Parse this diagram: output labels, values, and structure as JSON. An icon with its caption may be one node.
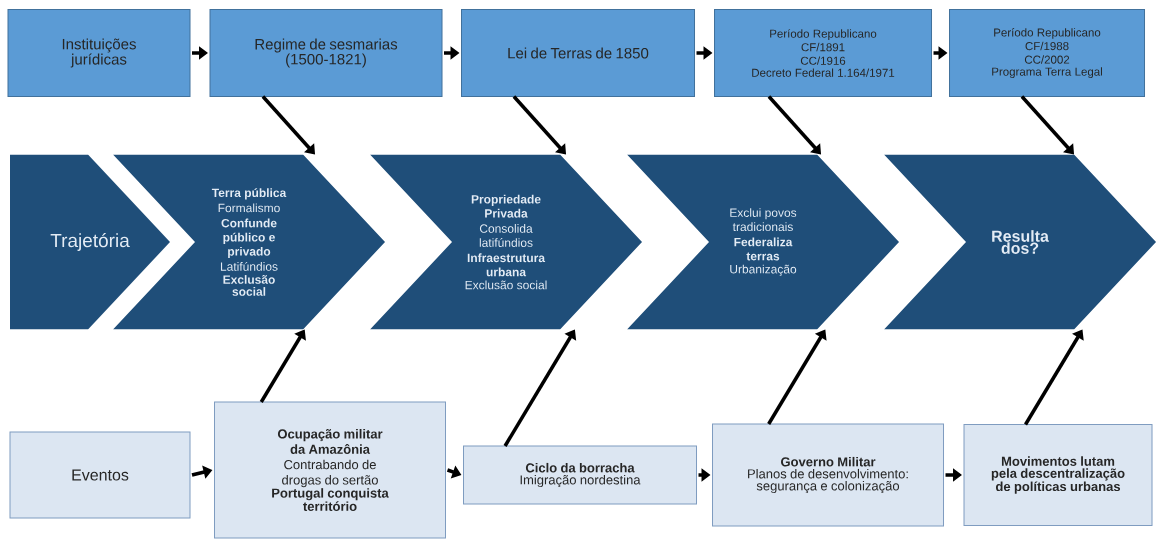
{
  "diagram": {
    "nodes": [
      {
        "text": [
          "Instituições jurídicas"
        ]
      },
      {
        "text": [
          "Regime de sesmarias (1500-1821)"
        ]
      },
      {
        "text": [
          "Lei de Terras de 1850"
        ]
      },
      {
        "text": [
          "Período Republicano",
          "CF/1891",
          "CC/1916",
          "Decreto Federal 1.164/1971"
        ]
      },
      {
        "text": [
          "Período Republicano",
          "CF/1988",
          "CC/2002",
          "Programa Terra Legal"
        ]
      },
      {
        "text": [
          "Trajetória"
        ]
      },
      {
        "text": [
          "Terra pública",
          "Formalismo",
          "Confunde público e privado",
          "Latifúndios",
          "Exclusão social"
        ]
      },
      {
        "text": [
          "Propriedade Privada",
          "Consolida latifúndios",
          "Infraestrutura urbana",
          "Exclusão social"
        ]
      },
      {
        "text": [
          "Exclui povos tradicionais",
          "Federaliza terras",
          "Urbanização"
        ]
      },
      {
        "text": [
          "Resulta dos?"
        ]
      },
      {
        "text": [
          "Eventos"
        ]
      },
      {
        "text": [
          "Ocupação militar da Amazônia",
          "Contrabando de drogas do sertão",
          "Portugal conquista território"
        ]
      },
      {
        "text": [
          "Ciclo da borracha",
          "Imigração nordestina"
        ]
      },
      {
        "text": [
          "Governo Militar",
          "Planos de desenvolvimento: segurança e colonização"
        ]
      },
      {
        "text": [
          "Movimentos lutam pela descentralização de políticas urbanas"
        ]
      }
    ],
    "edges": [
      {
        "from": 0,
        "to": 1,
        "arrow": "to"
      },
      {
        "from": 1,
        "to": 2,
        "arrow": "to"
      },
      {
        "from": 2,
        "to": 3,
        "arrow": "to"
      },
      {
        "from": 3,
        "to": 4,
        "arrow": "to"
      },
      {
        "from": 1,
        "to": 6,
        "arrow": "to"
      },
      {
        "from": 2,
        "to": 7,
        "arrow": "to"
      },
      {
        "from": 3,
        "to": 8,
        "arrow": "to"
      },
      {
        "from": 4,
        "to": 9,
        "arrow": "to"
      },
      {
        "from": 10,
        "to": 11,
        "arrow": "to"
      },
      {
        "from": 11,
        "to": 12,
        "arrow": "to"
      },
      {
        "from": 12,
        "to": 13,
        "arrow": "to"
      },
      {
        "from": 13,
        "to": 14,
        "arrow": "to"
      },
      {
        "from": 11,
        "to": 6,
        "arrow": "to"
      },
      {
        "from": 12,
        "to": 7,
        "arrow": "to"
      },
      {
        "from": 13,
        "to": 8,
        "arrow": "to"
      },
      {
        "from": 14,
        "to": 9,
        "arrow": "to"
      }
    ]
  }
}
